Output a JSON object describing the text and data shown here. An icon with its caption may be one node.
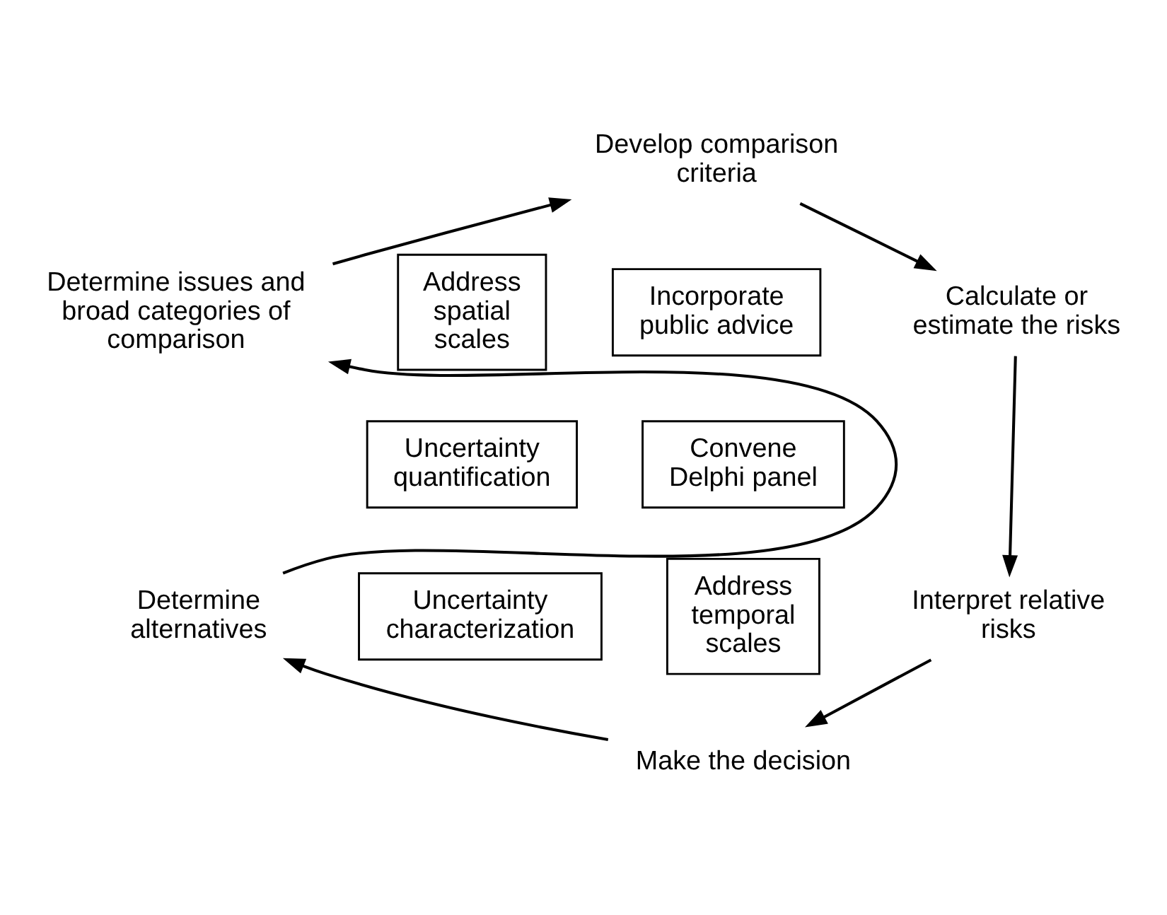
{
  "diagram": {
    "nodes": [
      {
        "text": [
          "Develop comparison criteria"
        ]
      },
      {
        "text": [
          "Calculate or estimate the risks"
        ]
      },
      {
        "text": [
          "Interpret relative risks"
        ]
      },
      {
        "text": [
          "Make the decision"
        ]
      },
      {
        "text": [
          "Determine alternatives"
        ]
      },
      {
        "text": [
          "Determine issues and broad categories of comparison"
        ]
      },
      {
        "text": [
          "Address spatial scales"
        ]
      },
      {
        "text": [
          "Incorporate public advice"
        ]
      },
      {
        "text": [
          "Uncertainty quantification"
        ]
      },
      {
        "text": [
          "Convene Delphi panel"
        ]
      },
      {
        "text": [
          "Uncertainty characterization"
        ]
      },
      {
        "text": [
          "Address temporal scales"
        ]
      }
    ],
    "edges": [
      {
        "from": 0,
        "to": 1,
        "arrow": "to"
      },
      {
        "from": 1,
        "to": 2,
        "arrow": "to"
      },
      {
        "from": 2,
        "to": 3,
        "arrow": "to"
      },
      {
        "from": 3,
        "to": 4,
        "arrow": "to"
      },
      {
        "from": 4,
        "to": 5,
        "arrow": "to"
      },
      {
        "from": 5,
        "to": 0,
        "arrow": "to"
      }
    ]
  }
}
